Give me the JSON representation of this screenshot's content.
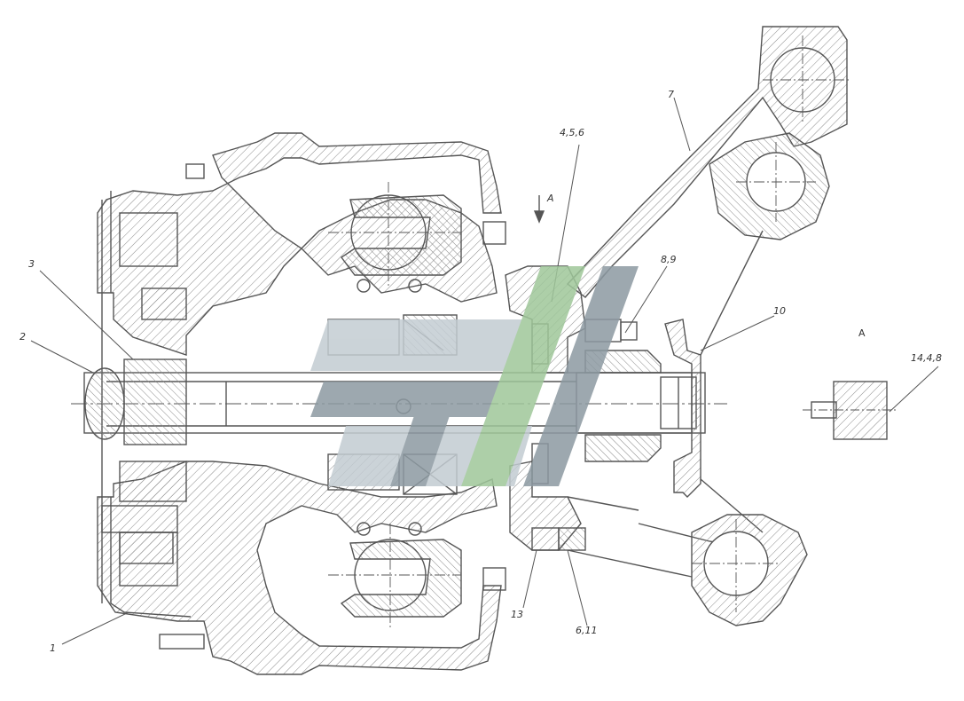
{
  "labels": {
    "part_1": "1",
    "part_2": "2",
    "part_3": "3",
    "part_4_5_6": "4,5,6",
    "part_7": "7",
    "part_8_9": "8,9",
    "part_10": "10",
    "part_14_4_8": "14,4,8",
    "part_13": "13",
    "part_6_11": "6,11",
    "view_arrow_a": "A",
    "view_a_title": "A"
  },
  "colors": {
    "line": "#555555",
    "hatch": "#777777",
    "watermark_gray": "#8d9aa2",
    "watermark_light": "#c3ccd2",
    "watermark_green": "#9fc79a"
  }
}
